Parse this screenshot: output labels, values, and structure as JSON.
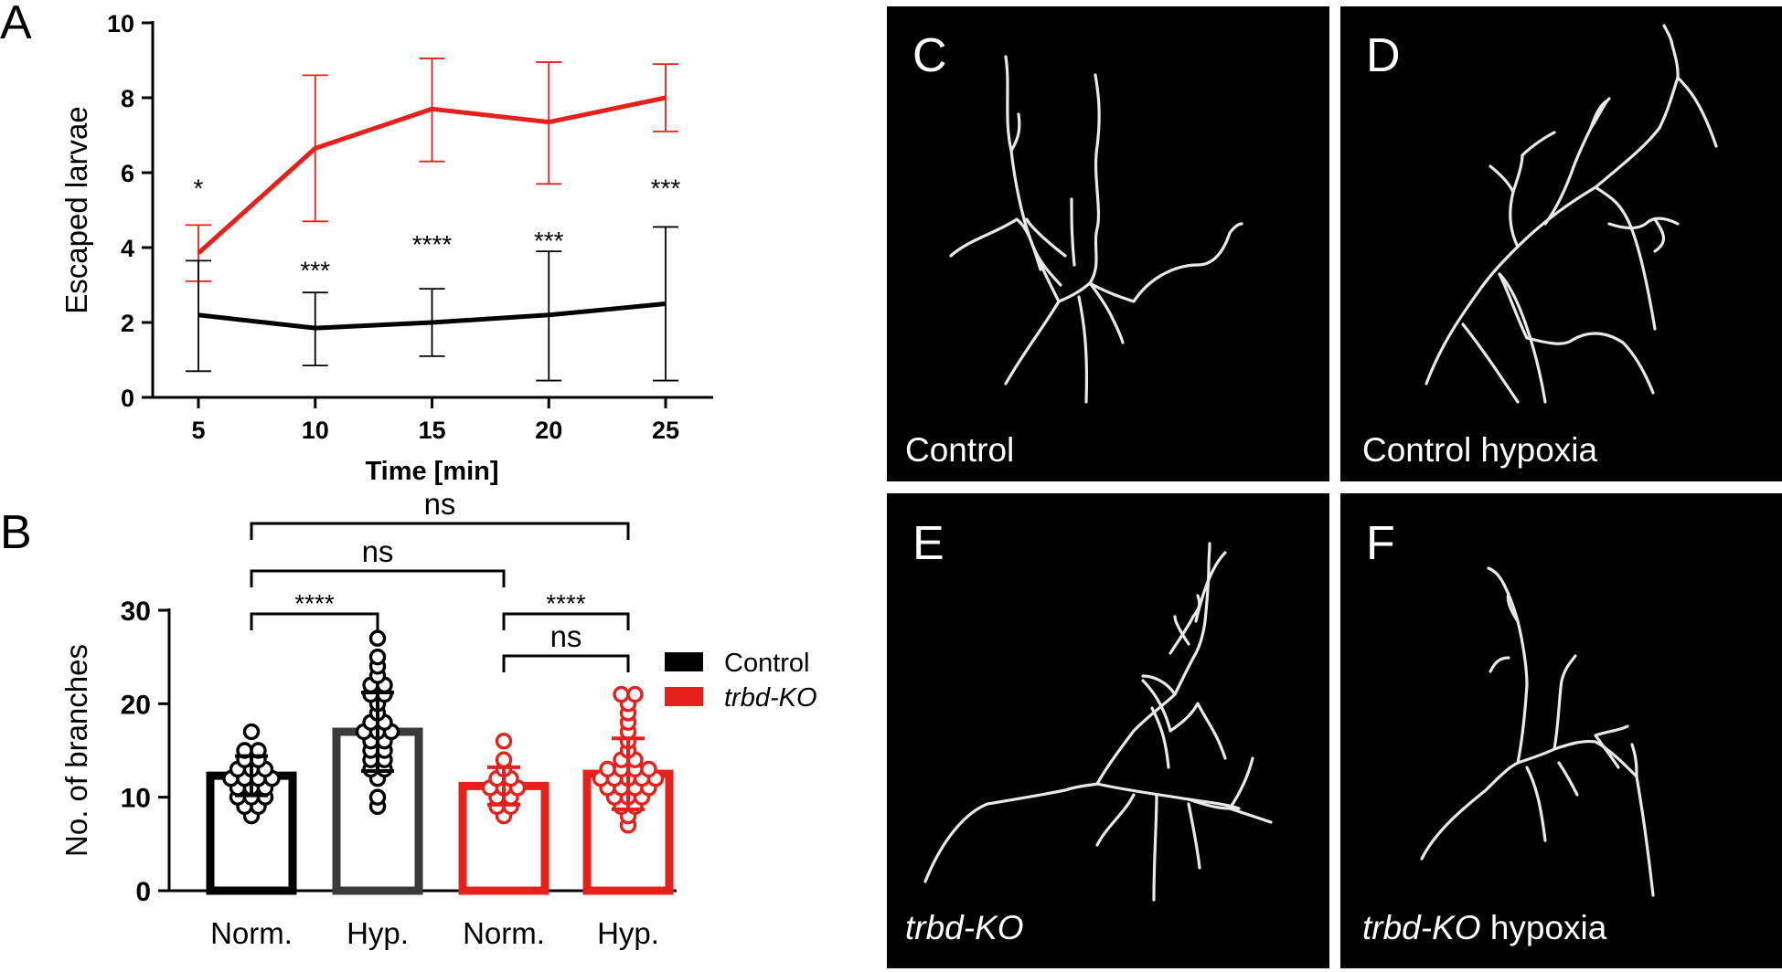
{
  "panels": {
    "A": "A",
    "B": "B",
    "C": "C",
    "D": "D",
    "E": "E",
    "F": "F"
  },
  "images": {
    "C": {
      "caption": "Control"
    },
    "D": {
      "caption": "Control hypoxia"
    },
    "E": {
      "caption_italic": "trbd-KO",
      "caption_rest": ""
    },
    "F": {
      "caption_italic": "trbd-KO",
      "caption_rest": " hypoxia"
    }
  },
  "colors": {
    "control": "#000000",
    "ko": "#e8201c",
    "hyp_control": "#3a3a3a"
  },
  "chart_data": [
    {
      "id": "A",
      "type": "line",
      "xlabel": "Time [min]",
      "ylabel": "Escaped larvae",
      "x": [
        5,
        10,
        15,
        20,
        25
      ],
      "xticks": [
        5,
        10,
        15,
        20,
        25
      ],
      "ylim": [
        0,
        10
      ],
      "yticks": [
        0,
        2,
        4,
        6,
        8,
        10
      ],
      "series": [
        {
          "key": "ko",
          "values": [
            3.85,
            6.65,
            7.7,
            7.35,
            8.0
          ],
          "err_low": [
            3.1,
            4.7,
            6.3,
            5.7,
            7.1
          ],
          "err_high": [
            4.6,
            8.6,
            9.05,
            8.95,
            8.9
          ]
        },
        {
          "key": "control",
          "values": [
            2.2,
            1.85,
            2.0,
            2.2,
            2.5
          ],
          "err_low": [
            0.7,
            0.85,
            1.1,
            0.45,
            0.45
          ],
          "err_high": [
            3.65,
            2.8,
            2.9,
            3.9,
            4.55
          ]
        }
      ],
      "significance": [
        {
          "x": 5,
          "y": 5.6,
          "label": "*"
        },
        {
          "x": 10,
          "y": 3.4,
          "label": "***"
        },
        {
          "x": 15,
          "y": 4.1,
          "label": "****"
        },
        {
          "x": 20,
          "y": 4.2,
          "label": "***"
        },
        {
          "x": 25,
          "y": 5.6,
          "label": "***"
        }
      ]
    },
    {
      "id": "B",
      "type": "bar",
      "ylabel": "No. of branches",
      "categories": [
        "Norm.",
        "Hyp.",
        "Norm.",
        "Hyp."
      ],
      "ylim": [
        0,
        30
      ],
      "yticks": [
        0,
        10,
        20,
        30
      ],
      "legend": [
        {
          "key": "control",
          "label": "Control",
          "italic": false
        },
        {
          "key": "ko",
          "label": "trbd-KO",
          "italic": true
        }
      ],
      "bars": [
        {
          "group": "control",
          "mean": 12.3,
          "sd": 2.1,
          "points": [
            8,
            9,
            9,
            10,
            10,
            10,
            11,
            11,
            11,
            12,
            12,
            12,
            12,
            13,
            13,
            13,
            14,
            14,
            15,
            15,
            17
          ]
        },
        {
          "group": "control",
          "mean": 17.0,
          "sd": 4.2,
          "points": [
            9,
            10,
            12,
            13,
            13,
            14,
            14,
            15,
            15,
            16,
            16,
            17,
            17,
            17,
            18,
            18,
            19,
            20,
            21,
            21,
            22,
            22,
            23,
            24,
            25,
            27
          ]
        },
        {
          "group": "ko",
          "mean": 11.2,
          "sd": 2.0,
          "points": [
            8,
            9,
            9,
            10,
            10,
            11,
            11,
            11,
            12,
            12,
            13,
            14,
            16
          ]
        },
        {
          "group": "ko",
          "mean": 12.5,
          "sd": 3.8,
          "points": [
            7,
            8,
            9,
            9,
            10,
            10,
            10,
            11,
            11,
            11,
            11,
            12,
            12,
            12,
            12,
            12,
            13,
            13,
            13,
            13,
            14,
            14,
            15,
            16,
            17,
            18,
            19,
            20,
            21,
            21
          ]
        }
      ],
      "comparisons": [
        {
          "from": 0,
          "to": 3,
          "level": 3,
          "label": "ns"
        },
        {
          "from": 0,
          "to": 2,
          "level": 2,
          "label": "ns"
        },
        {
          "from": 0,
          "to": 1,
          "level": 1,
          "label": "****"
        },
        {
          "from": 2,
          "to": 3,
          "level": 1,
          "label": "****"
        },
        {
          "from": 2,
          "to": 3,
          "level": 0,
          "label": "ns"
        }
      ]
    }
  ]
}
